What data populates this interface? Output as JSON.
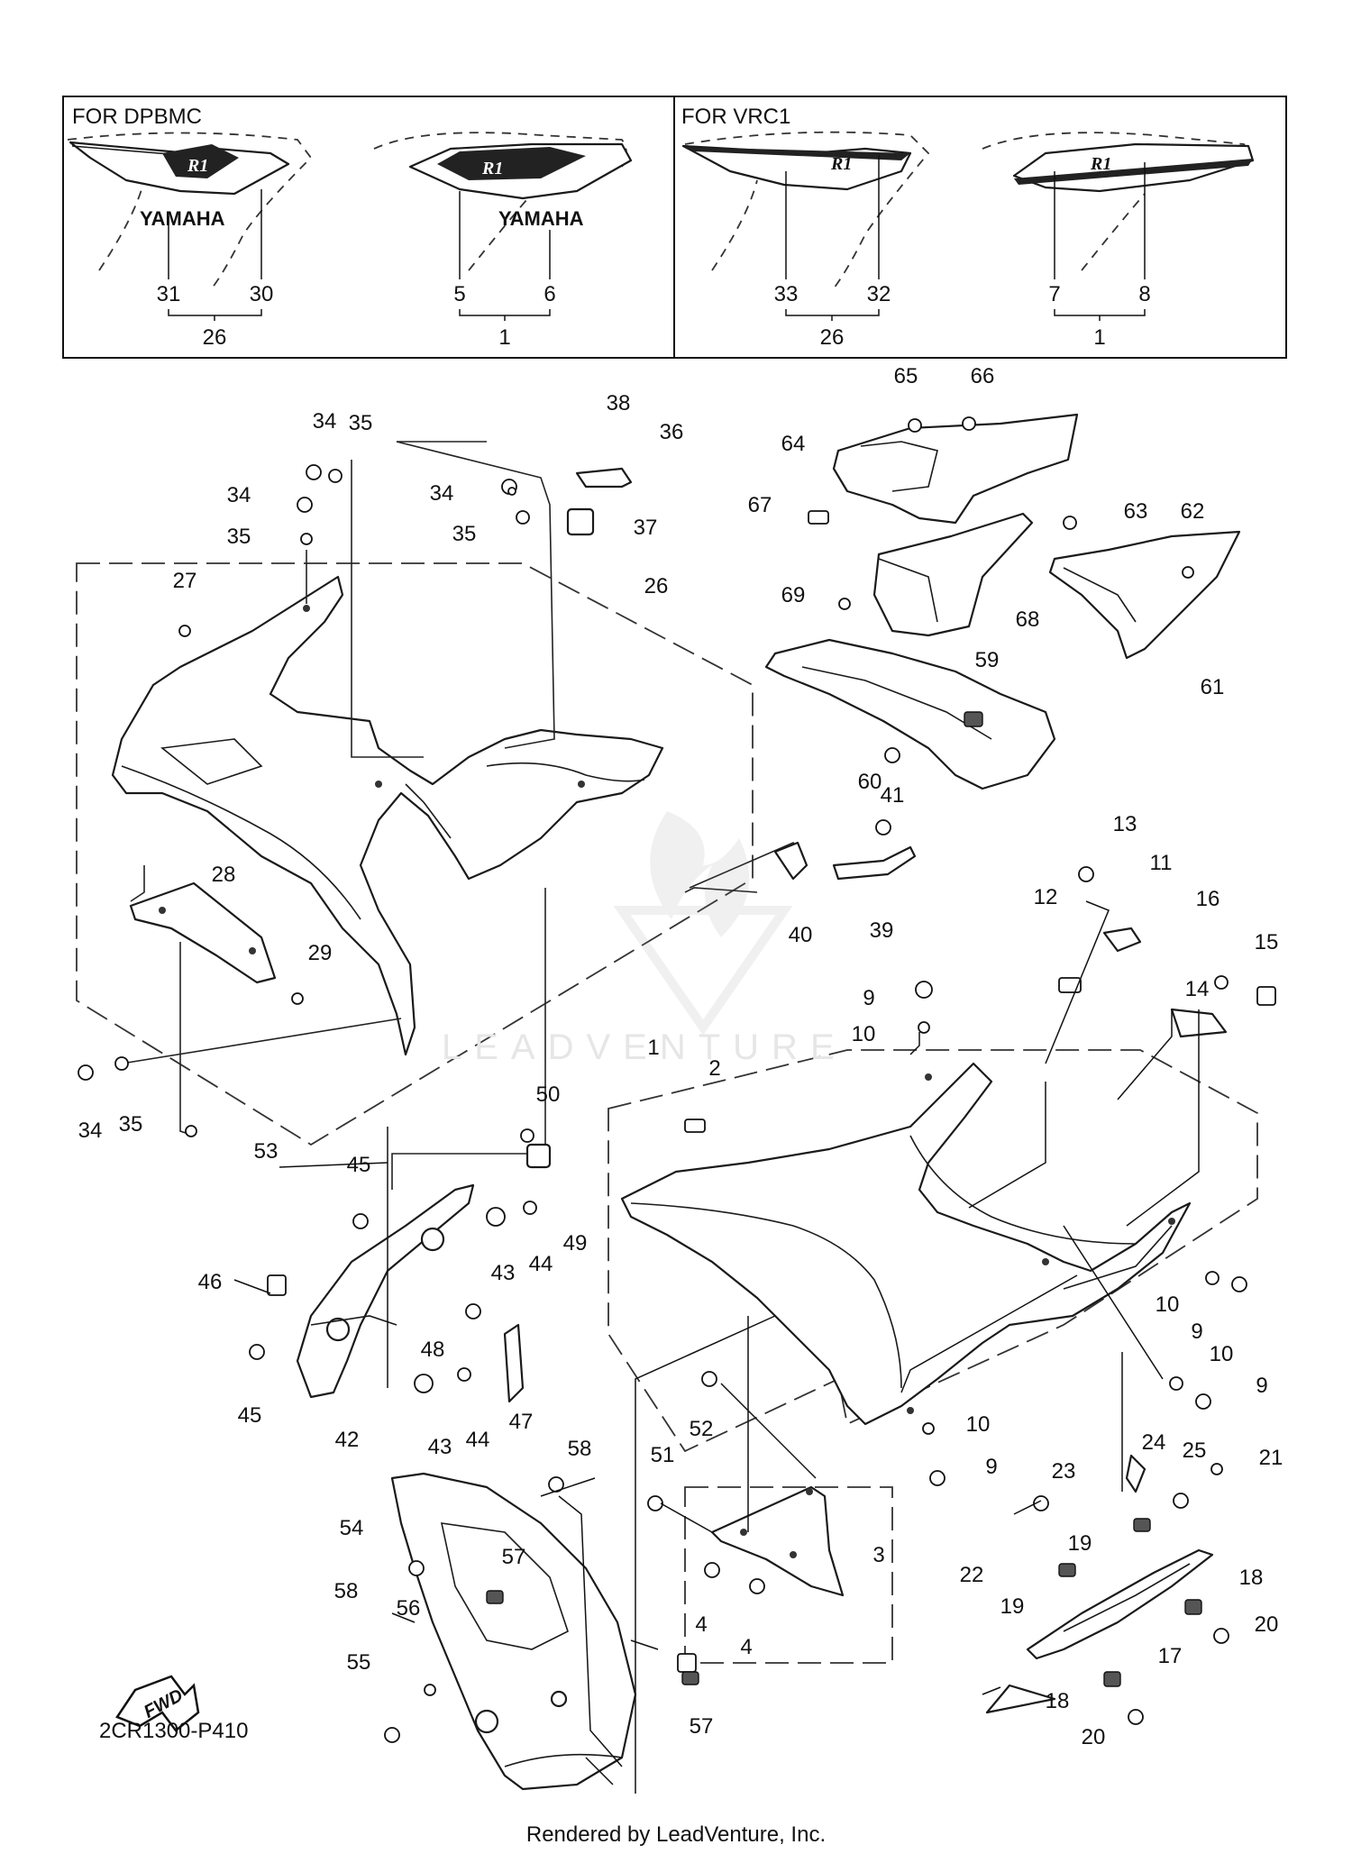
{
  "header_boxes": [
    {
      "label": "FOR  DPBMC",
      "callouts": [
        "31",
        "30",
        "26",
        "5",
        "6",
        "1"
      ],
      "emblem_text": [
        "YAMAHA",
        "YAMAHA"
      ]
    },
    {
      "label": "FOR  VRC1",
      "callouts": [
        "33",
        "32",
        "26",
        "7",
        "8",
        "1"
      ]
    }
  ],
  "callouts": [
    {
      "id": "c65",
      "text": "65"
    },
    {
      "id": "c66",
      "text": "66"
    },
    {
      "id": "c64",
      "text": "64"
    },
    {
      "id": "c67",
      "text": "67"
    },
    {
      "id": "c63",
      "text": "63"
    },
    {
      "id": "c62",
      "text": "62"
    },
    {
      "id": "c69",
      "text": "69"
    },
    {
      "id": "c68",
      "text": "68"
    },
    {
      "id": "c61",
      "text": "61"
    },
    {
      "id": "c59",
      "text": "59"
    },
    {
      "id": "c60",
      "text": "60"
    },
    {
      "id": "c41",
      "text": "41"
    },
    {
      "id": "c40",
      "text": "40"
    },
    {
      "id": "c39",
      "text": "39"
    },
    {
      "id": "c34a",
      "text": "34"
    },
    {
      "id": "c35a",
      "text": "35"
    },
    {
      "id": "c34b",
      "text": "34"
    },
    {
      "id": "c35b",
      "text": "35"
    },
    {
      "id": "c38",
      "text": "38"
    },
    {
      "id": "c36",
      "text": "36"
    },
    {
      "id": "c34c",
      "text": "34"
    },
    {
      "id": "c37",
      "text": "37"
    },
    {
      "id": "c35c",
      "text": "35"
    },
    {
      "id": "c26",
      "text": "26"
    },
    {
      "id": "c27",
      "text": "27"
    },
    {
      "id": "c28",
      "text": "28"
    },
    {
      "id": "c29",
      "text": "29"
    },
    {
      "id": "c34d",
      "text": "34"
    },
    {
      "id": "c35d",
      "text": "35"
    },
    {
      "id": "c53",
      "text": "53"
    },
    {
      "id": "c13",
      "text": "13"
    },
    {
      "id": "c11",
      "text": "11"
    },
    {
      "id": "c12",
      "text": "12"
    },
    {
      "id": "c16",
      "text": "16"
    },
    {
      "id": "c15",
      "text": "15"
    },
    {
      "id": "c14",
      "text": "14"
    },
    {
      "id": "c9a",
      "text": "9"
    },
    {
      "id": "c10a",
      "text": "10"
    },
    {
      "id": "c1",
      "text": "1"
    },
    {
      "id": "c2",
      "text": "2"
    },
    {
      "id": "c50",
      "text": "50"
    },
    {
      "id": "c45a",
      "text": "45"
    },
    {
      "id": "c49",
      "text": "49"
    },
    {
      "id": "c43a",
      "text": "43"
    },
    {
      "id": "c44a",
      "text": "44"
    },
    {
      "id": "c46",
      "text": "46"
    },
    {
      "id": "c48",
      "text": "48"
    },
    {
      "id": "c45b",
      "text": "45"
    },
    {
      "id": "c42",
      "text": "42"
    },
    {
      "id": "c43b",
      "text": "43"
    },
    {
      "id": "c44b",
      "text": "44"
    },
    {
      "id": "c47",
      "text": "47"
    },
    {
      "id": "c10b",
      "text": "10"
    },
    {
      "id": "c9b",
      "text": "9"
    },
    {
      "id": "c10c",
      "text": "10"
    },
    {
      "id": "c9c",
      "text": "9"
    },
    {
      "id": "c10d",
      "text": "10"
    },
    {
      "id": "c9d",
      "text": "9"
    },
    {
      "id": "c52",
      "text": "52"
    },
    {
      "id": "c51",
      "text": "51"
    },
    {
      "id": "c3",
      "text": "3"
    },
    {
      "id": "c4a",
      "text": "4"
    },
    {
      "id": "c4b",
      "text": "4"
    },
    {
      "id": "c58a",
      "text": "58"
    },
    {
      "id": "c54",
      "text": "54"
    },
    {
      "id": "c57a",
      "text": "57"
    },
    {
      "id": "c58b",
      "text": "58"
    },
    {
      "id": "c56",
      "text": "56"
    },
    {
      "id": "c55",
      "text": "55"
    },
    {
      "id": "c57b",
      "text": "57"
    },
    {
      "id": "c24",
      "text": "24"
    },
    {
      "id": "c25",
      "text": "25"
    },
    {
      "id": "c23",
      "text": "23"
    },
    {
      "id": "c21",
      "text": "21"
    },
    {
      "id": "c19a",
      "text": "19"
    },
    {
      "id": "c22",
      "text": "22"
    },
    {
      "id": "c19b",
      "text": "19"
    },
    {
      "id": "c18a",
      "text": "18"
    },
    {
      "id": "c20a",
      "text": "20"
    },
    {
      "id": "c17",
      "text": "17"
    },
    {
      "id": "c18b",
      "text": "18"
    },
    {
      "id": "c20b",
      "text": "20"
    }
  ],
  "fwd_label": "FWD",
  "part_code": "2CR1300-P410",
  "watermark": "LEADVENTURE",
  "footer": "Rendered by LeadVenture, Inc."
}
